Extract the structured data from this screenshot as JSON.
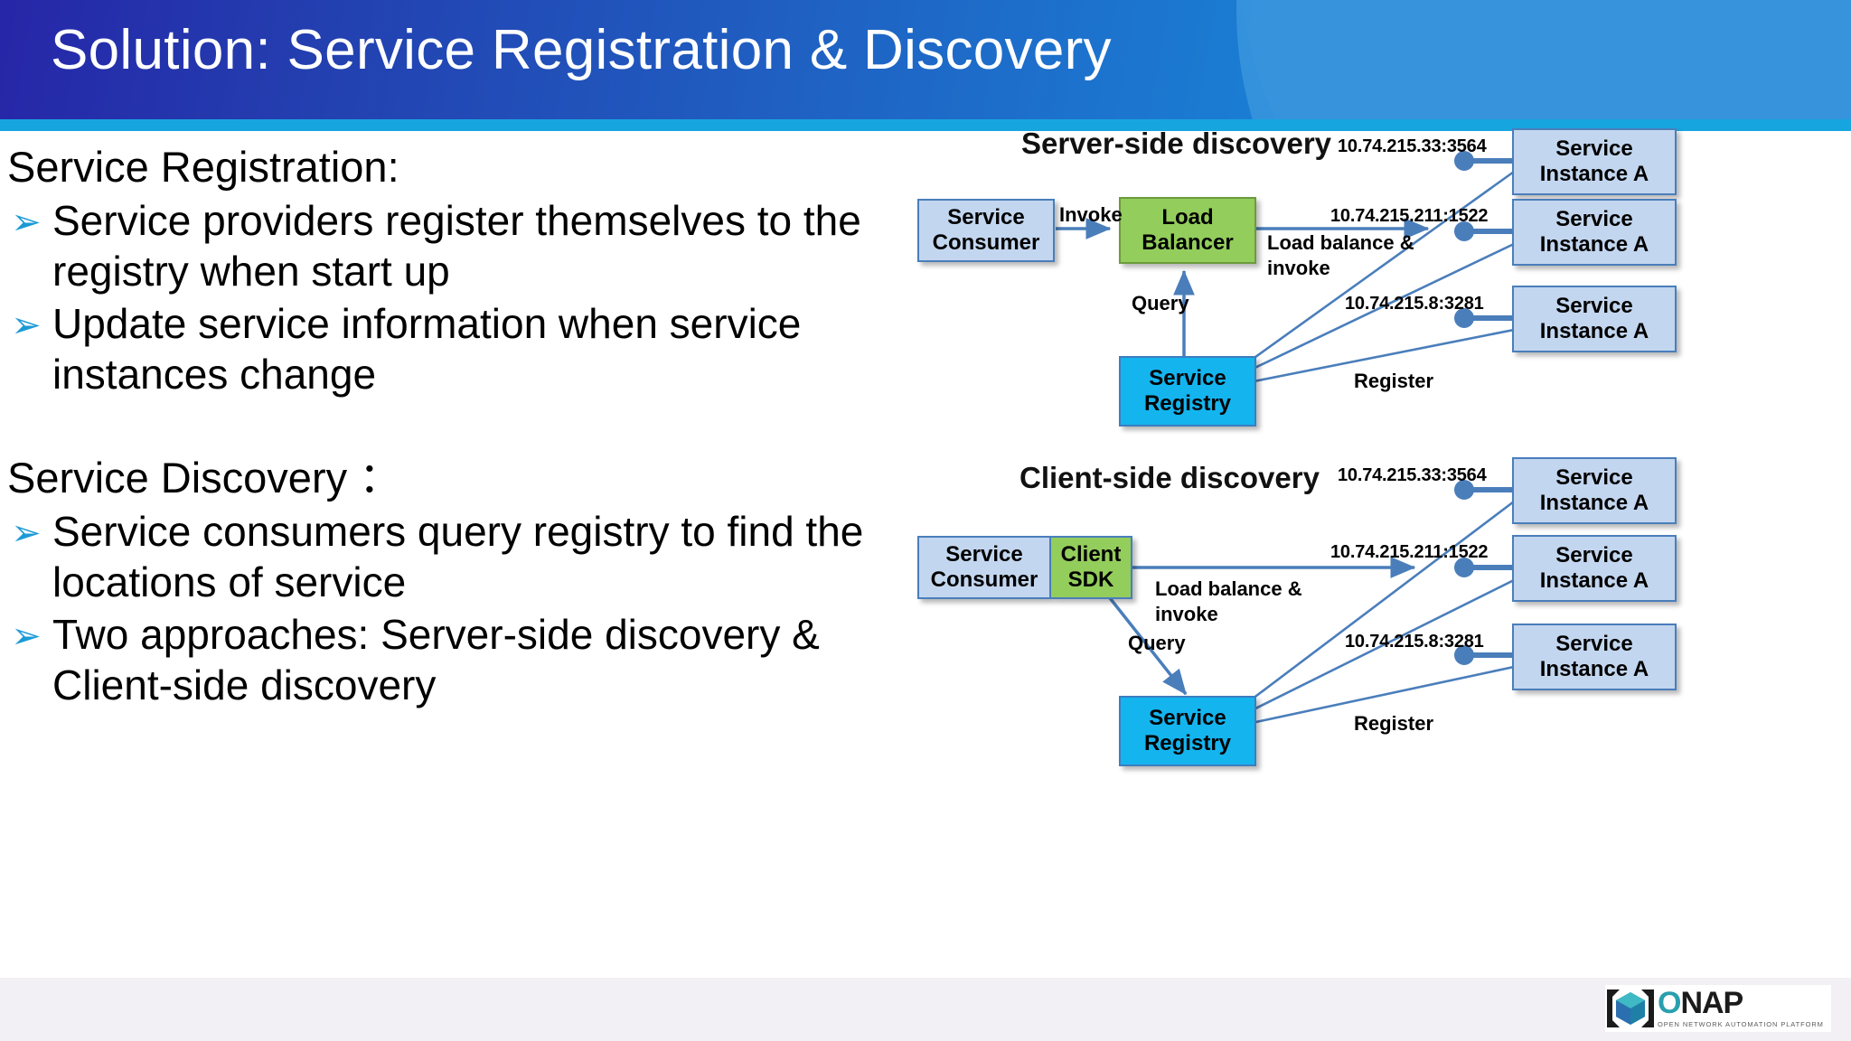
{
  "slide": {
    "title": "Solution: Service Registration & Discovery"
  },
  "content": {
    "sections": [
      {
        "heading": "Service Registration:",
        "bullets": [
          "Service providers register themselves to the registry when start up",
          "Update service information when service instances change"
        ]
      },
      {
        "heading": "Service Discovery ：",
        "bullets": [
          "Service consumers query registry to find the locations of service",
          "Two approaches: Server-side discovery & Client-side discovery"
        ]
      }
    ],
    "bullet_glyph": "➢"
  },
  "diagrams": {
    "server_side": {
      "title": "Server-side discovery",
      "nodes": {
        "consumer": "Service\nConsumer",
        "consumer_line1": "Service",
        "consumer_line2": "Consumer",
        "balancer_line1": "Load",
        "balancer_line2": "Balancer",
        "registry_line1": "Service",
        "registry_line2": "Registry"
      },
      "instances": [
        {
          "ip": "10.74.215.33:3564",
          "line1": "Service",
          "line2": "Instance A"
        },
        {
          "ip": "10.74.215.211:1522",
          "line1": "Service",
          "line2": "Instance A"
        },
        {
          "ip": "10.74.215.8:3281",
          "line1": "Service",
          "line2": "Instance A"
        }
      ],
      "edges": {
        "invoke": "Invoke",
        "load_balance_invoke": "Load balance & invoke",
        "query": "Query",
        "register": "Register"
      }
    },
    "client_side": {
      "title": "Client-side discovery",
      "nodes": {
        "consumer_line1": "Service",
        "consumer_line2": "Consumer",
        "sdk_line1": "Client",
        "sdk_line2": "SDK",
        "registry_line1": "Service",
        "registry_line2": "Registry"
      },
      "instances": [
        {
          "ip": "10.74.215.33:3564",
          "line1": "Service",
          "line2": "Instance A"
        },
        {
          "ip": "10.74.215.211:1522",
          "line1": "Service",
          "line2": "Instance A"
        },
        {
          "ip": "10.74.215.8:3281",
          "line1": "Service",
          "line2": "Instance A"
        }
      ],
      "edges": {
        "load_balance_invoke": "Load balance & invoke",
        "query": "Query",
        "register": "Register"
      }
    }
  },
  "footer": {
    "logo_word_o": "O",
    "logo_word_nap": "NAP",
    "logo_tagline": "OPEN NETWORK AUTOMATION PLATFORM"
  },
  "colors": {
    "banner_dark": "#2626a8",
    "banner_light": "#1e86d8",
    "banner_rule": "#17a5e0",
    "bullet": "#1c9ad6",
    "node_blue": "#c3d6ef",
    "node_green": "#93cd5c",
    "node_cyan": "#14b4ef",
    "wire": "#4a7ebb",
    "footer_bg": "#f2f0f4"
  }
}
